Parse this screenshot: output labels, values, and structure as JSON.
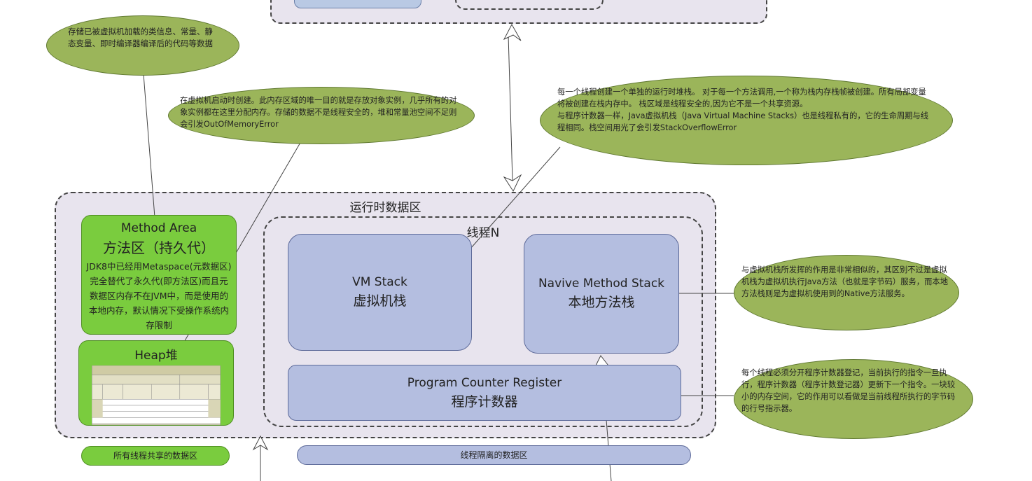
{
  "top_region": {
    "box_label": ""
  },
  "runtime": {
    "title": "运行时数据区",
    "thread_title": "线程N",
    "method_area": {
      "title_en": "Method Area",
      "title_cn": "方法区（持久代）",
      "desc": "JDK8中已经用Metaspace(元数据区)完全替代了永久代(即方法区)而且元数据区内存不在JVM中，而是使用的本地内存，默认情况下受操作系统内存限制"
    },
    "heap": {
      "title": "Heap堆"
    },
    "vm_stack": {
      "title_en": "VM Stack",
      "title_cn": "虚拟机栈"
    },
    "native_stack": {
      "title_en": "Navive Method Stack",
      "title_cn": "本地方法栈"
    },
    "pc_register": {
      "title_en": "Program Counter Register",
      "title_cn": "程序计数器"
    }
  },
  "notes": {
    "method_area_note": "存储已被虚拟机加载的类信息、常量、静态变量、即时编译器编译后的代码等数据",
    "heap_note": "在虚拟机启动时创建。此内存区域的唯一目的就是存放对象实例，几乎所有的对象实例都在这里分配内存。存储的数据不是线程安全的，堆和常量池空间不足则会引发OutOfMemoryError",
    "vm_stack_note_1": "每一个线程创建一个单独的运行时堆栈。 对于每一个方法调用,一个称为栈内存栈帧被创建。所有局部变量将被创建在栈内存中。 栈区域是线程安全的,因为它不是一个共享资源。",
    "vm_stack_note_2": "与程序计数器一样，Java虚拟机栈（Java Virtual Machine Stacks）也是线程私有的，它的生命周期与线程相同。栈空间用光了会引发StackOverflowError",
    "native_stack_note": "与虚拟机栈所发挥的作用是非常相似的，其区别不过是虚拟机栈为虚拟机执行Java方法（也就是字节码）服务，而本地方法栈则是为虚拟机使用到的Native方法服务。",
    "pc_note": "每个线程必须分开程序计数器登记，当前执行的指令一旦执行，程序计数器（程序计数登记器）更新下一个指令。一块较小的内存空间，它的作用可以看做是当前线程所执行的字节码的行号指示器。"
  },
  "legend": {
    "shared": "所有线程共享的数据区",
    "isolated": "线程隔离的数据区"
  },
  "colors": {
    "green_box": "#7acc3e",
    "blue_box": "#b4bee0",
    "note_bubble": "#9bb55a",
    "region_fill": "#e8e4ee"
  }
}
